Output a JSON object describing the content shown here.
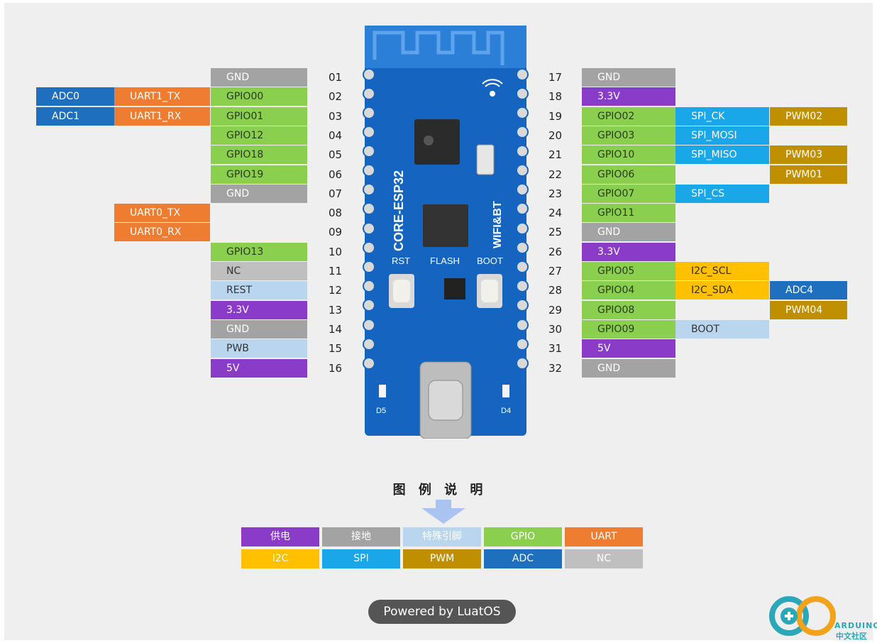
{
  "left_pins": [
    {
      "num": "01",
      "cols": [
        null,
        null,
        {
          "t": "GND",
          "c": "gnd"
        }
      ]
    },
    {
      "num": "02",
      "cols": [
        {
          "t": "ADC0",
          "c": "adc"
        },
        {
          "t": "UART1_TX",
          "c": "uart"
        },
        {
          "t": "GPIO00",
          "c": "gpio"
        }
      ]
    },
    {
      "num": "03",
      "cols": [
        {
          "t": "ADC1",
          "c": "adc"
        },
        {
          "t": "UART1_RX",
          "c": "uart"
        },
        {
          "t": "GPIO01",
          "c": "gpio"
        }
      ]
    },
    {
      "num": "04",
      "cols": [
        null,
        null,
        {
          "t": "GPIO12",
          "c": "gpio"
        }
      ]
    },
    {
      "num": "05",
      "cols": [
        null,
        null,
        {
          "t": "GPIO18",
          "c": "gpio"
        }
      ]
    },
    {
      "num": "06",
      "cols": [
        null,
        null,
        {
          "t": "GPIO19",
          "c": "gpio"
        }
      ]
    },
    {
      "num": "07",
      "cols": [
        null,
        null,
        {
          "t": "GND",
          "c": "gnd"
        }
      ]
    },
    {
      "num": "08",
      "cols": [
        null,
        {
          "t": "UART0_TX",
          "c": "uart"
        },
        null
      ]
    },
    {
      "num": "09",
      "cols": [
        null,
        {
          "t": "UART0_RX",
          "c": "uart"
        },
        null
      ]
    },
    {
      "num": "10",
      "cols": [
        null,
        null,
        {
          "t": "GPIO13",
          "c": "gpio"
        }
      ]
    },
    {
      "num": "11",
      "cols": [
        null,
        null,
        {
          "t": "NC",
          "c": "nc"
        }
      ]
    },
    {
      "num": "12",
      "cols": [
        null,
        null,
        {
          "t": "REST",
          "c": "spec"
        }
      ]
    },
    {
      "num": "13",
      "cols": [
        null,
        null,
        {
          "t": "3.3V",
          "c": "power"
        }
      ]
    },
    {
      "num": "14",
      "cols": [
        null,
        null,
        {
          "t": "GND",
          "c": "gnd"
        }
      ]
    },
    {
      "num": "15",
      "cols": [
        null,
        null,
        {
          "t": "PWB",
          "c": "spec"
        }
      ]
    },
    {
      "num": "16",
      "cols": [
        null,
        null,
        {
          "t": "5V",
          "c": "power"
        }
      ]
    }
  ],
  "right_pins": [
    {
      "num": "17",
      "cols": [
        {
          "t": "GND",
          "c": "gnd"
        },
        null,
        null
      ]
    },
    {
      "num": "18",
      "cols": [
        {
          "t": "3.3V",
          "c": "power"
        },
        null,
        null
      ]
    },
    {
      "num": "19",
      "cols": [
        {
          "t": "GPIO02",
          "c": "gpio"
        },
        {
          "t": "SPI_CK",
          "c": "spi"
        },
        {
          "t": "PWM02",
          "c": "pwm"
        }
      ]
    },
    {
      "num": "20",
      "cols": [
        {
          "t": "GPIO03",
          "c": "gpio"
        },
        {
          "t": "SPI_MOSI",
          "c": "spi"
        },
        null
      ]
    },
    {
      "num": "21",
      "cols": [
        {
          "t": "GPIO10",
          "c": "gpio"
        },
        {
          "t": "SPI_MISO",
          "c": "spi"
        },
        {
          "t": "PWM03",
          "c": "pwm"
        }
      ]
    },
    {
      "num": "22",
      "cols": [
        {
          "t": "GPIO06",
          "c": "gpio"
        },
        null,
        {
          "t": "PWM01",
          "c": "pwm"
        }
      ]
    },
    {
      "num": "23",
      "cols": [
        {
          "t": "GPIO07",
          "c": "gpio"
        },
        {
          "t": "SPI_CS",
          "c": "spi"
        },
        null
      ]
    },
    {
      "num": "24",
      "cols": [
        {
          "t": "GPIO11",
          "c": "gpio"
        },
        null,
        null
      ]
    },
    {
      "num": "25",
      "cols": [
        {
          "t": "GND",
          "c": "gnd"
        },
        null,
        null
      ]
    },
    {
      "num": "26",
      "cols": [
        {
          "t": "3.3V",
          "c": "power"
        },
        null,
        null
      ]
    },
    {
      "num": "27",
      "cols": [
        {
          "t": "GPIO05",
          "c": "gpio"
        },
        {
          "t": "I2C_SCL",
          "c": "i2c"
        },
        null
      ]
    },
    {
      "num": "28",
      "cols": [
        {
          "t": "GPIO04",
          "c": "gpio"
        },
        {
          "t": "I2C_SDA",
          "c": "i2c"
        },
        {
          "t": "ADC4",
          "c": "adc"
        }
      ]
    },
    {
      "num": "29",
      "cols": [
        {
          "t": "GPIO08",
          "c": "gpio"
        },
        null,
        {
          "t": "PWM04",
          "c": "pwm"
        }
      ]
    },
    {
      "num": "30",
      "cols": [
        {
          "t": "GPIO09",
          "c": "gpio"
        },
        {
          "t": "BOOT",
          "c": "spec"
        },
        null
      ]
    },
    {
      "num": "31",
      "cols": [
        {
          "t": "5V",
          "c": "power"
        },
        null,
        null
      ]
    },
    {
      "num": "32",
      "cols": [
        {
          "t": "GND",
          "c": "gnd"
        },
        null,
        null
      ]
    }
  ],
  "board": {
    "name": "CORE-ESP32",
    "wifi_label": "WIFI&BT",
    "rst_label": "RST",
    "flash_label": "FLASH",
    "boot_label": "BOOT",
    "d5_label": "D5",
    "d4_label": "D4"
  },
  "legend": {
    "title": "图 例 说 明",
    "items": [
      {
        "label": "供电",
        "c": "power"
      },
      {
        "label": "接地",
        "c": "gnd"
      },
      {
        "label": "特殊引脚",
        "c": "spec"
      },
      {
        "label": "GPIO",
        "c": "gpio"
      },
      {
        "label": "UART",
        "c": "uart"
      },
      {
        "label": "I2C",
        "c": "i2c"
      },
      {
        "label": "SPI",
        "c": "spi"
      },
      {
        "label": "PWM",
        "c": "pwm"
      },
      {
        "label": "ADC",
        "c": "adc"
      },
      {
        "label": "NC",
        "c": "nc"
      }
    ]
  },
  "footer": {
    "powered_by": "Powered by LuatOS"
  },
  "logo": {
    "line1": "ARDUINO",
    "line2": "中文社区"
  },
  "colors": {
    "power": "#8a3cc9",
    "gnd": "#a3a3a3",
    "spec": "#b9d6ee",
    "gpio": "#8bcf4f",
    "uart": "#ef7d31",
    "i2c": "#ffc000",
    "spi": "#1aa7ea",
    "pwm": "#bf8f00",
    "adc": "#1f6fbf",
    "nc": "#bfbfbf",
    "board": "#1565c0"
  }
}
